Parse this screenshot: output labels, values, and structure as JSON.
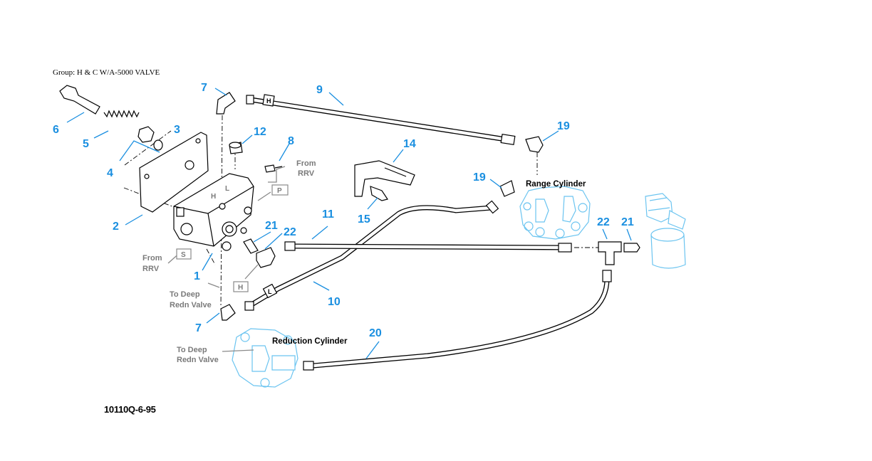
{
  "header": {
    "group_title": "Group: H & C W/A-5000 VALVE"
  },
  "footer": {
    "figure_code": "10110Q-6-95"
  },
  "callouts": {
    "c1": "1",
    "c2": "2",
    "c3": "3",
    "c4": "4",
    "c5": "5",
    "c6": "6",
    "c7a": "7",
    "c7b": "7",
    "c8": "8",
    "c9": "9",
    "c10": "10",
    "c11": "11",
    "c12": "12",
    "c14": "14",
    "c15": "15",
    "c19a": "19",
    "c19b": "19",
    "c20": "20",
    "c21a": "21",
    "c21b": "21",
    "c22a": "22",
    "c22b": "22"
  },
  "labels": {
    "from_rrv_top_1": "From",
    "from_rrv_top_2": "RRV",
    "from_rrv_left_1": "From",
    "from_rrv_left_2": "RRV",
    "to_deep_1_a": "To Deep",
    "to_deep_1_b": "Redn Valve",
    "to_deep_2_a": "To Deep",
    "to_deep_2_b": "Redn Valve",
    "range_cylinder": "Range Cylinder",
    "reduction_cylinder": "Reduction Cylinder"
  },
  "ports": {
    "p": "P",
    "s": "S",
    "h": "H",
    "valve_h": "H",
    "valve_l": "L"
  },
  "hose_markers": {
    "hose9": "H",
    "hose10": "L"
  },
  "colors": {
    "callout": "#1a8fe0",
    "ghost": "#6bc4f0",
    "annotation": "#7a7a7a"
  }
}
